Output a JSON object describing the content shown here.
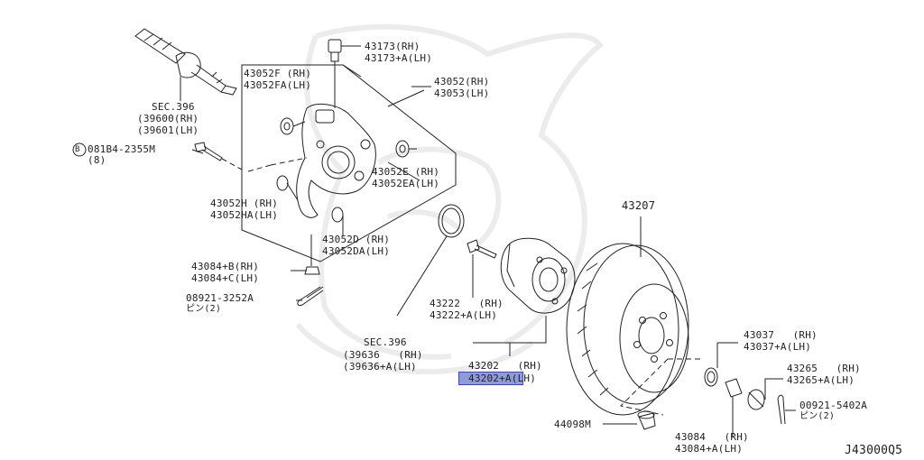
{
  "diagram_id": "J43000Q5",
  "highlight_color": "#8f9bd6",
  "labels": {
    "p43173": "43173(RH)",
    "p43173a": "43173+A(LH)",
    "p43052f": "43052F (RH)",
    "p43052fa": "43052FA(LH)",
    "p43052": "43052(RH)",
    "p43053": "43053(LH)",
    "sec396a": "SEC.396",
    "p39600": "(39600(RH)",
    "p39601": "(39601(LH)",
    "bolt": "081B4-2355M",
    "bolt_qty": "(8)",
    "bolt_b": "B",
    "p43052e": "43052E (RH)",
    "p43052ea": "43052EA(LH)",
    "p43052h": "43052H (RH)",
    "p43052ha": "43052HA(LH)",
    "p43052d": "43052D (RH)",
    "p43052da": "43052DA(LH)",
    "p43084b": "43084+B(RH)",
    "p43084c": "43084+C(LH)",
    "p08921": "08921-3252A",
    "pin2a": "ピン(2)",
    "p43207": "43207",
    "p43222": "43222   (RH)",
    "p43222a": "43222+A(LH)",
    "sec396b": "SEC.396",
    "p39636": "(39636   (RH)",
    "p39636a": "(39636+A(LH)",
    "p43202": "43202   (RH)",
    "p43202a": "43202+A(LH)",
    "p43037": "43037   (RH)",
    "p43037a": "43037+A(LH)",
    "p43265": "43265   (RH)",
    "p43265a": "43265+A(LH)",
    "p00921": "00921-5402A",
    "pin2b": "ピン(2)",
    "p44098": "44098M",
    "p43084": "43084   (RH)",
    "p43084a": "43084+A(LH)"
  }
}
